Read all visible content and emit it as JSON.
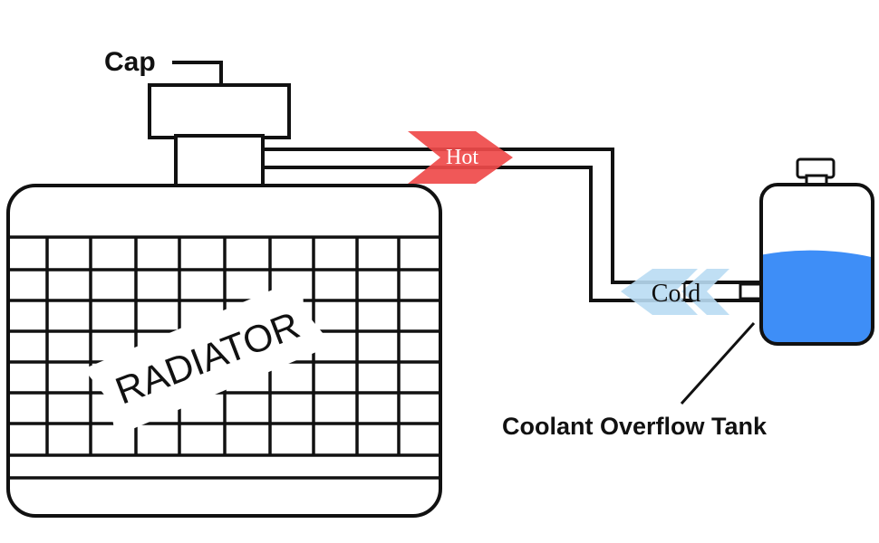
{
  "labels": {
    "cap": "Cap",
    "radiator": "RADIATOR",
    "hot": "Hot",
    "cold": "Cold",
    "tank": "Coolant Overflow Tank"
  },
  "colors": {
    "outline": "#111111",
    "hot_arrow": "#ef4a4a",
    "cold_arrow": "#b9dcf3",
    "coolant": "#3e8ef7",
    "background": "#ffffff"
  }
}
